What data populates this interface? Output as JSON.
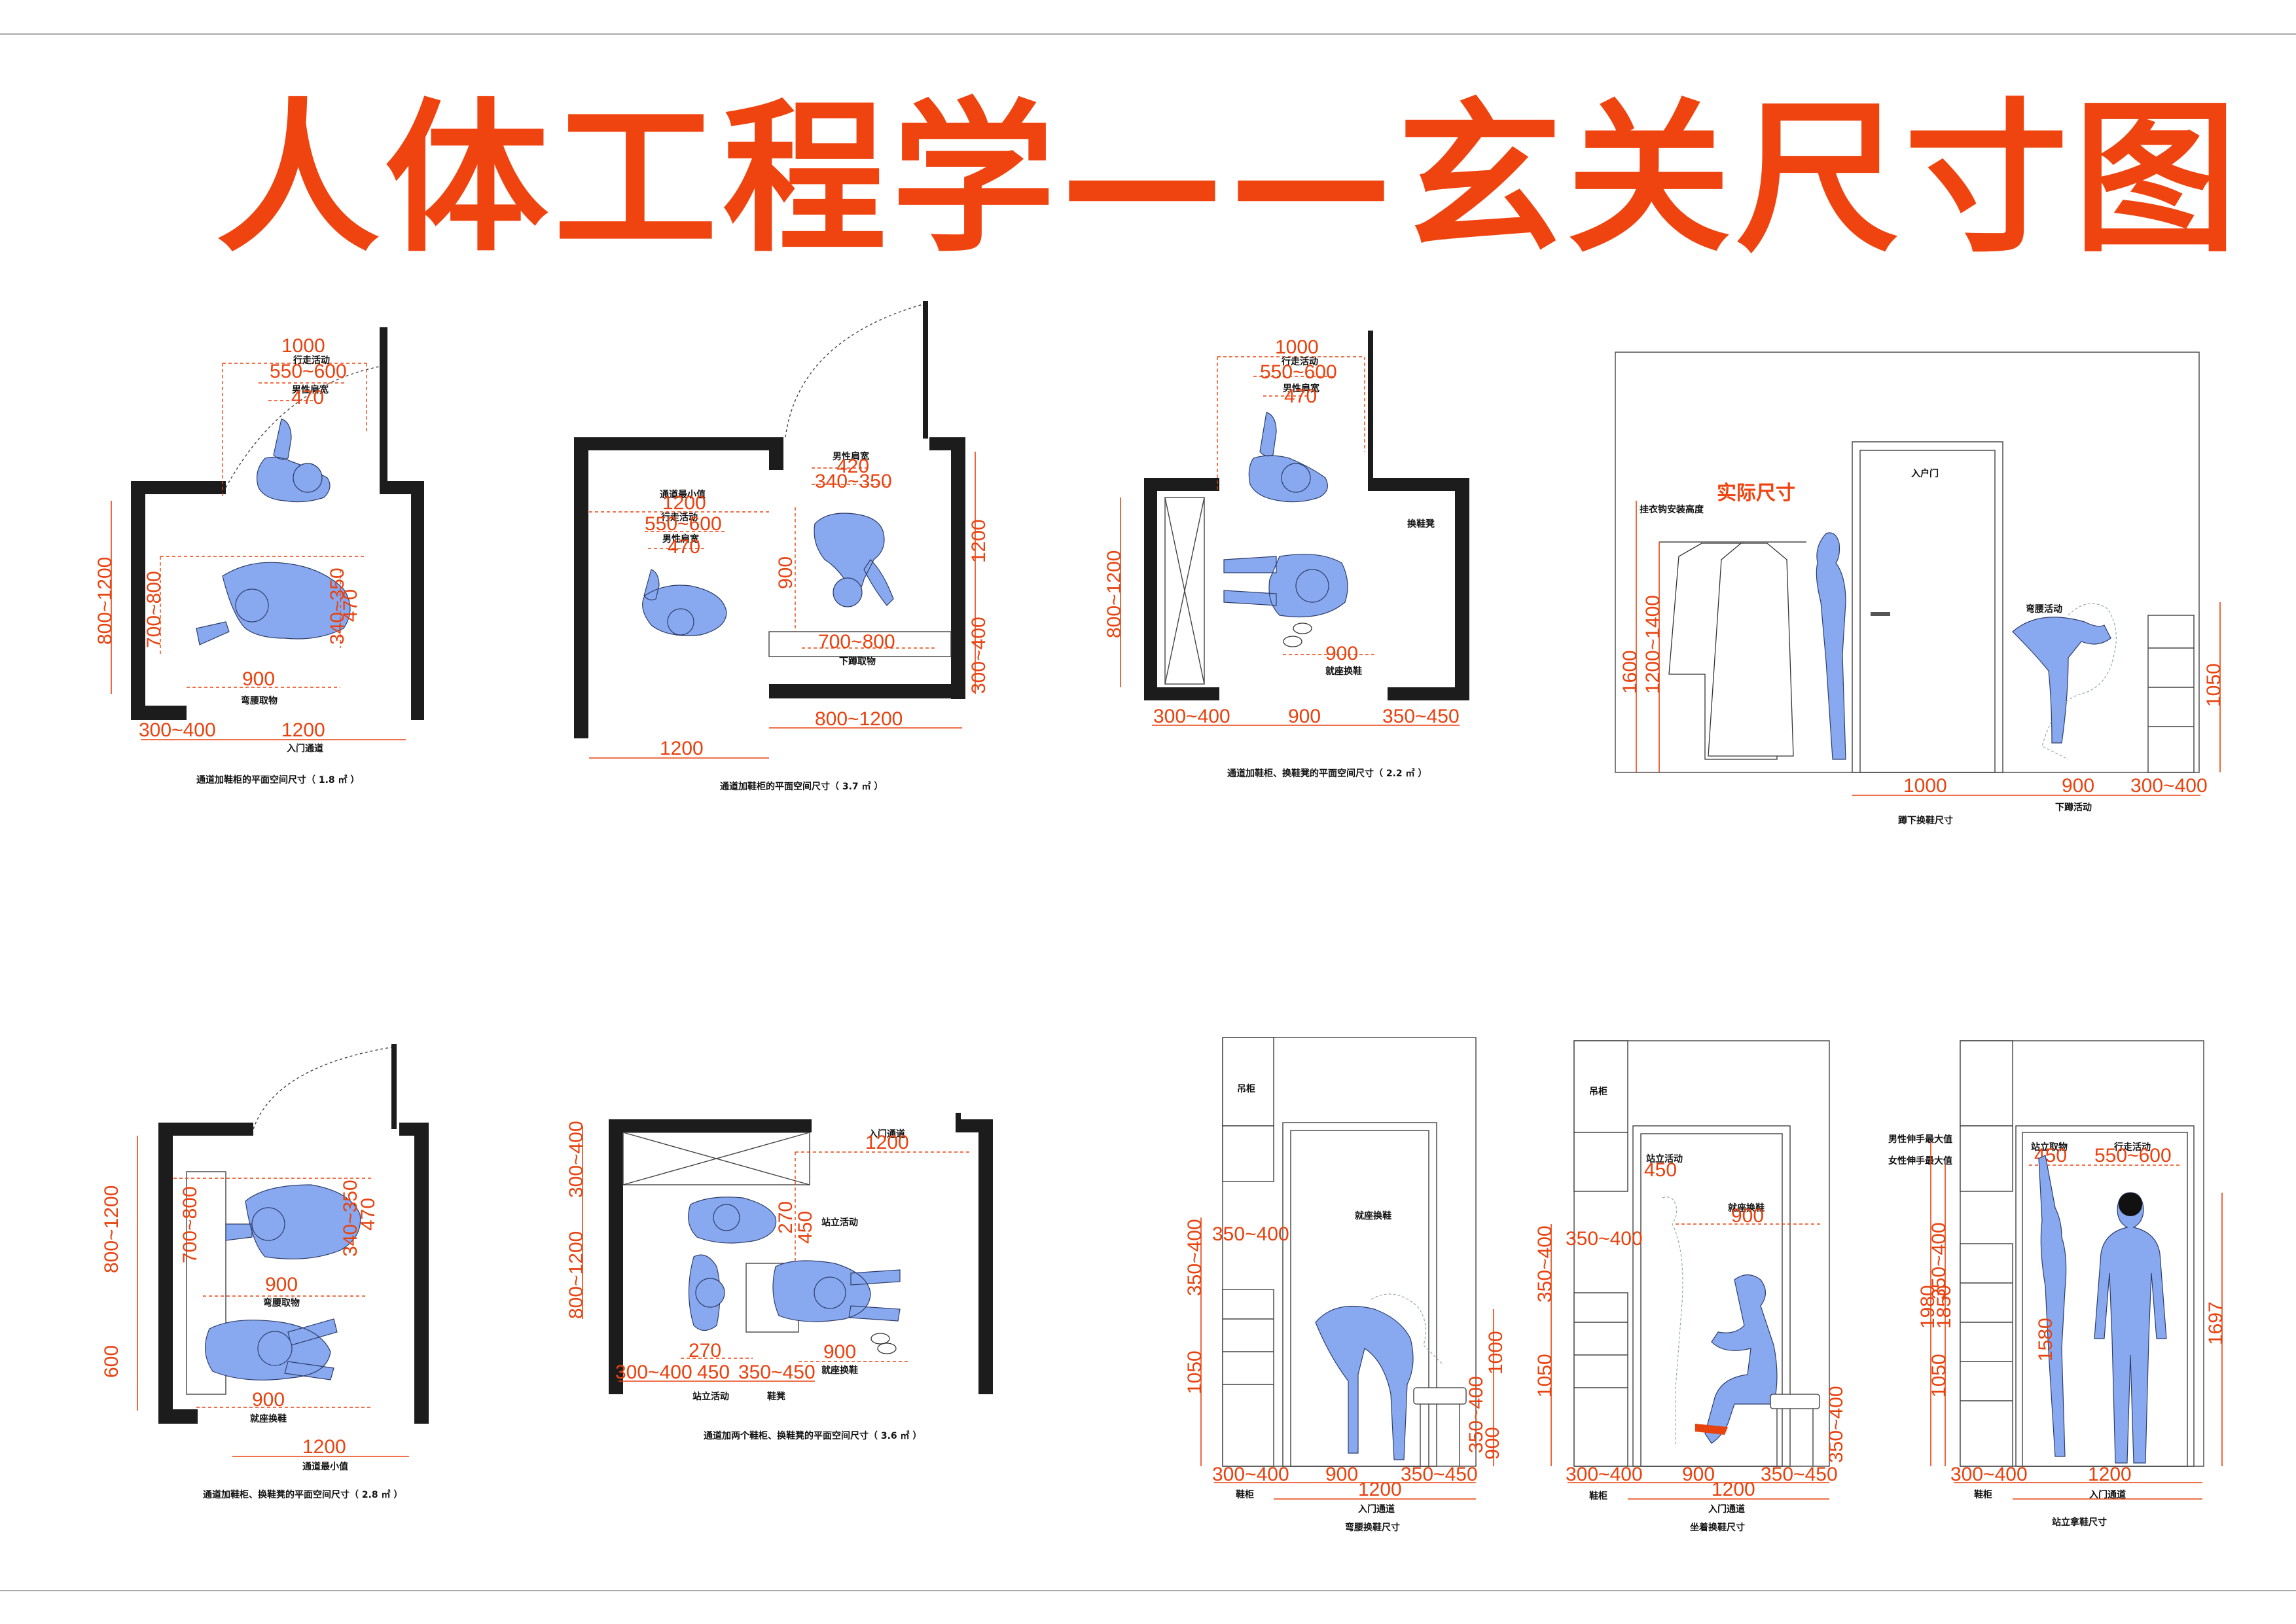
{
  "title": "人体工程学——玄关尺寸图",
  "plans": {
    "p1": {
      "caption": "通道加鞋柜的平面空间尺寸（ 1.8 ㎡ ）",
      "walk_label": "行走活动",
      "shoulder_label": "男性肩宽",
      "bend_label": "弯腰取物",
      "entrance_label": "入门通道",
      "d_1000": "1000",
      "d_550_600": "550~600",
      "d_470": "470",
      "d_800_1200": "800~1200",
      "d_700_800": "700~800",
      "d_340_350": "340~350",
      "d_470b": "470",
      "d_900": "900",
      "d_300_400": "300~400",
      "d_1200": "1200"
    },
    "p2": {
      "caption": "通道加鞋柜的平面空间尺寸（ 3.7 ㎡ ）",
      "min_label": "通道最小值",
      "walk_label": "行走活动",
      "shoulder_label": "男性肩宽",
      "shoulder_label2": "男性肩宽",
      "squat_label": "下蹲取物",
      "d_1200": "1200",
      "d_550_600": "550~600",
      "d_470": "470",
      "d_420": "420",
      "d_340_350": "340~350",
      "d_900": "900",
      "d_700_800": "700~800",
      "d_1200b": "1200",
      "d_300_400": "300~400",
      "d_800_1200": "800~1200",
      "d_1200c": "1200"
    },
    "p3": {
      "caption": "通道加鞋柜、换鞋凳的平面空间尺寸（ 2.2 ㎡ ）",
      "walk_label": "行走活动",
      "shoulder_label": "男性肩宽",
      "bench_label": "换鞋凳",
      "sit_label": "就座换鞋",
      "d_1000": "1000",
      "d_550_600": "550~600",
      "d_470": "470",
      "d_800_1200": "800~1200",
      "d_900": "900",
      "d_300_400": "300~400",
      "d_900b": "900",
      "d_350_450": "350~450"
    },
    "e1": {
      "title_red": "实际尺寸",
      "hook_label": "挂衣钩安装高度",
      "door_label": "入户门",
      "bend_label": "弯腰活动",
      "squat_label": "下蹲活动",
      "caption": "蹲下换鞋尺寸",
      "d_1600": "1600",
      "d_1200_1400": "1200~1400",
      "d_1050": "1050",
      "d_1000": "1000",
      "d_900": "900",
      "d_300_400": "300~400"
    },
    "p4": {
      "caption": "通道加鞋柜、换鞋凳的平面空间尺寸（ 2.8 ㎡ ）",
      "bend_label": "弯腰取物",
      "sit_label": "就座换鞋",
      "min_label": "通道最小值",
      "d_800_1200": "800~1200",
      "d_600": "600",
      "d_700_800": "700~800",
      "d_340_350": "340~350",
      "d_470": "470",
      "d_900": "900",
      "d_900b": "900",
      "d_1200": "1200"
    },
    "p5": {
      "caption": "通道加两个鞋柜、换鞋凳的平面空间尺寸（ 3.6 ㎡ ）",
      "entrance_label": "入门通道",
      "stand_label": "站立活动",
      "sit_label": "就座换鞋",
      "stand_label2": "站立活动",
      "bench_label": "鞋凳",
      "d_1200": "1200",
      "d_300_400": "300~400",
      "d_800_1200": "800~1200",
      "d_270": "270",
      "d_450": "450",
      "d_270b": "270",
      "d_900": "900",
      "d_300_400b": "300~400",
      "d_450b": "450",
      "d_350_450": "350~450"
    },
    "e2": {
      "cabinet_label": "吊柜",
      "sit_label": "就座换鞋",
      "shoe_label": "鞋柜",
      "entrance_label": "入门通道",
      "caption": "弯腰换鞋尺寸",
      "d_350_400": "350~400",
      "d_350_400v": "350~400",
      "d_1050": "1050",
      "d_1000": "1000",
      "d_350_400b": "350~400",
      "d_900v": "900",
      "d_300_400": "300~400",
      "d_900": "900",
      "d_350_450": "350~450",
      "d_1200": "1200"
    },
    "e3": {
      "cabinet_label": "吊柜",
      "stand_label": "站立活动",
      "sit_label": "就座换鞋",
      "shoe_label": "鞋柜",
      "entrance_label": "入门通道",
      "caption": "坐着换鞋尺寸",
      "d_450": "450",
      "d_900": "900",
      "d_350_400": "350~400",
      "d_350_400v": "350~400",
      "d_1050": "1050",
      "d_350_400b": "350~400",
      "d_300_400": "300~400",
      "d_900b": "900",
      "d_350_450": "350~450",
      "d_1200": "1200"
    },
    "e4": {
      "male_reach": "男性伸手最大值",
      "female_reach": "女性伸手最大值",
      "stand_label": "站立取物",
      "walk_label": "行走活动",
      "shoe_label": "鞋柜",
      "entrance_label": "入门通道",
      "caption": "站立拿鞋尺寸",
      "d_450": "450",
      "d_550_600": "550~600",
      "d_1980": "1980",
      "d_1850": "1850",
      "d_350_400": "350~400",
      "d_1050": "1050",
      "d_1580": "1580",
      "d_1697": "1697",
      "d_300_400": "300~400",
      "d_1200": "1200"
    }
  }
}
